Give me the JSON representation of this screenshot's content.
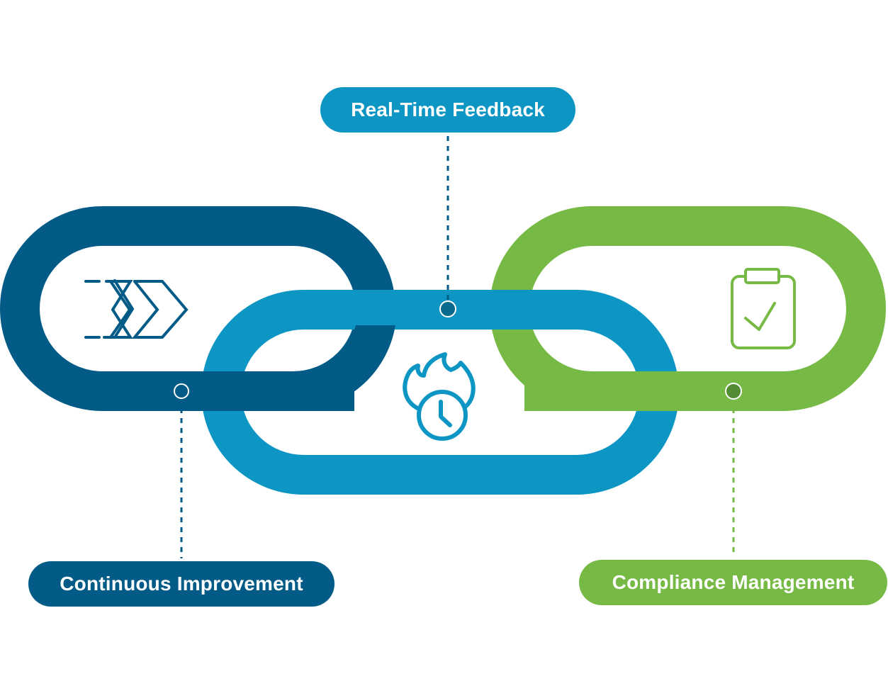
{
  "colors": {
    "dark_blue": "#015b86",
    "light_blue": "#0d96c4",
    "green": "#76ba45",
    "dot_mid_fill": "#0a6a8e",
    "dot_green_fill": "#538c33",
    "background": "#ffffff"
  },
  "labels": {
    "feedback": "Real-Time Feedback",
    "improvement": "Continuous Improvement",
    "compliance": "Compliance Management"
  },
  "links": [
    {
      "name": "continuous-improvement-link",
      "color_key": "dark_blue",
      "icon": "double-chevron-forward-icon"
    },
    {
      "name": "real-time-feedback-link",
      "color_key": "light_blue",
      "icon": "fire-clock-icon"
    },
    {
      "name": "compliance-management-link",
      "color_key": "green",
      "icon": "clipboard-check-icon"
    }
  ]
}
